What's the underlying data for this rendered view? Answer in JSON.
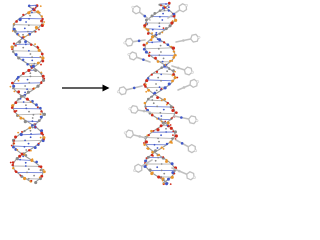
{
  "figure": {
    "panels": [
      {
        "id": "left",
        "content": "dna-double-helix"
      },
      {
        "id": "right",
        "content": "dna-double-helix-with-bound-ligands"
      }
    ],
    "arrow_direction": "right",
    "colors": {
      "carbon": "#8a8a8a",
      "nitrogen": "#4058c8",
      "oxygen": "#d02a1a",
      "phosphorus": "#e8942a",
      "hydrogen": "#f2f2f2",
      "bond": "#9a9a9a",
      "ligand": "#c0c0c0",
      "arrow": "#000000"
    }
  }
}
